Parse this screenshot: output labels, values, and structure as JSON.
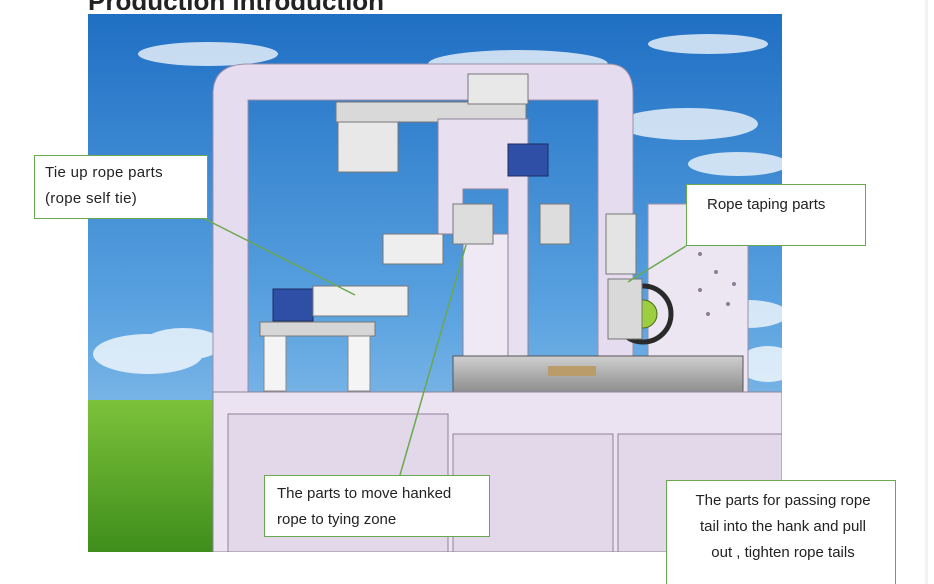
{
  "heading": {
    "text": "Production introduction"
  },
  "callouts": {
    "tie_up": {
      "line1": "Tie up rope parts",
      "line2": "(rope self tie)"
    },
    "taping": {
      "line1": "Rope taping parts"
    },
    "move": {
      "line1": "The parts to move hanked",
      "line2": "rope to tying zone"
    },
    "passing": {
      "line1": "The parts for passing rope",
      "line2": "tail into the hank and pull",
      "line3": "out , tighten rope tails"
    }
  },
  "colors": {
    "callout_border": "#6aa84f",
    "sky": "#3a86d0",
    "grass": "#5fae2c",
    "frame": "#e6dcef"
  }
}
